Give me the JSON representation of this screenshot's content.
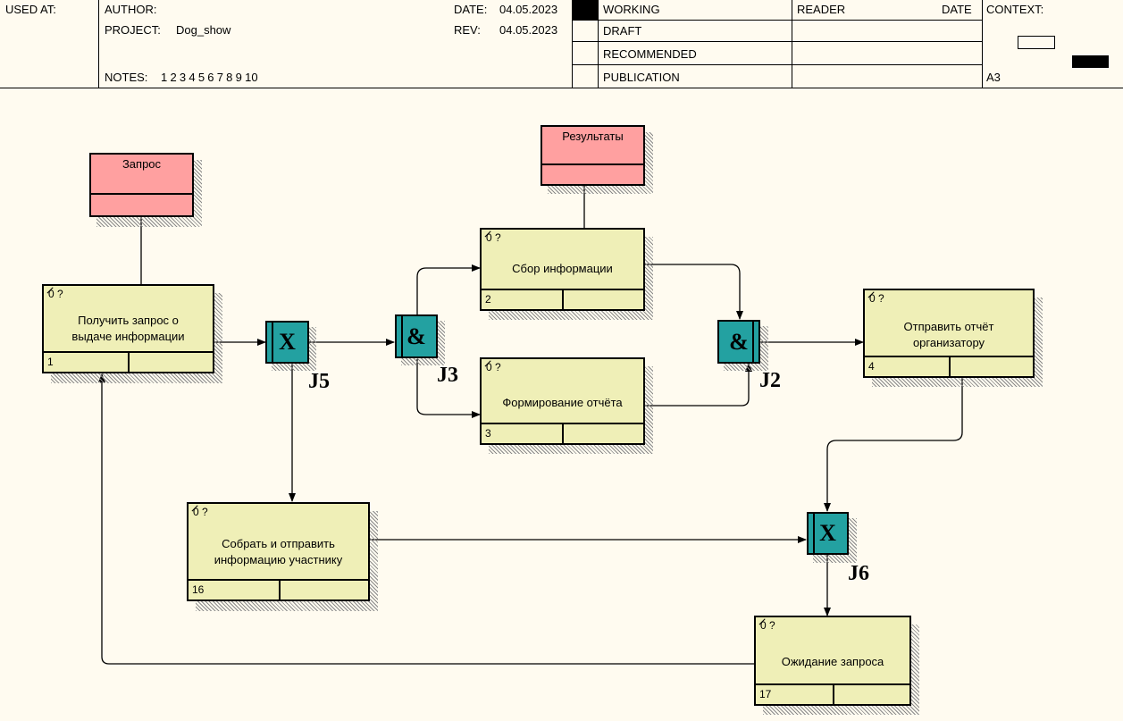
{
  "header": {
    "used_at": "USED AT:",
    "author": "AUTHOR:",
    "project_label": "PROJECT:",
    "project_name": "Dog_show",
    "notes_label": "NOTES:",
    "notes_numbers": "1  2  3  4  5  6  7  8  9  10",
    "date_label": "DATE:",
    "date_value": "04.05.2023",
    "rev_label": "REV:",
    "rev_value": "04.05.2023",
    "status": [
      "WORKING",
      "DRAFT",
      "RECOMMENDED",
      "PUBLICATION"
    ],
    "reader": "READER",
    "reader_date": "DATE",
    "context": "CONTEXT:",
    "sheet_size": "A3"
  },
  "diagram": {
    "activities": [
      {
        "id": "a1",
        "code": "0 ?",
        "label_lines": [
          "Получить запрос о",
          "выдаче информации"
        ],
        "number": "1"
      },
      {
        "id": "a2",
        "code": "0 ?",
        "label_lines": [
          "Сбор информации"
        ],
        "number": "2"
      },
      {
        "id": "a3",
        "code": "0 ?",
        "label_lines": [
          "Формирование отчёта"
        ],
        "number": "3"
      },
      {
        "id": "a4",
        "code": "0 ?",
        "label_lines": [
          "Отправить отчёт",
          "организатору"
        ],
        "number": "4"
      },
      {
        "id": "a16",
        "code": "0 ?",
        "label_lines": [
          "Собрать и отправить",
          "информацию участнику"
        ],
        "number": "16"
      },
      {
        "id": "a17",
        "code": "0 ?",
        "label_lines": [
          "Ожидание запроса"
        ],
        "number": "17"
      }
    ],
    "entities": [
      {
        "id": "e1",
        "title": "Запрос"
      },
      {
        "id": "e2",
        "title": "Результаты"
      }
    ],
    "junctions": [
      {
        "id": "J5",
        "symbol": "X",
        "label": "J5"
      },
      {
        "id": "J3",
        "symbol": "&",
        "label": "J3"
      },
      {
        "id": "J2",
        "symbol": "&",
        "label": "J2"
      },
      {
        "id": "J6",
        "symbol": "X",
        "label": "J6"
      }
    ]
  },
  "colors": {
    "activity_fill": "#efefb7",
    "entity_fill": "#ffa0a0",
    "junction_fill": "#23a1a1",
    "background": "#fffbf0"
  }
}
